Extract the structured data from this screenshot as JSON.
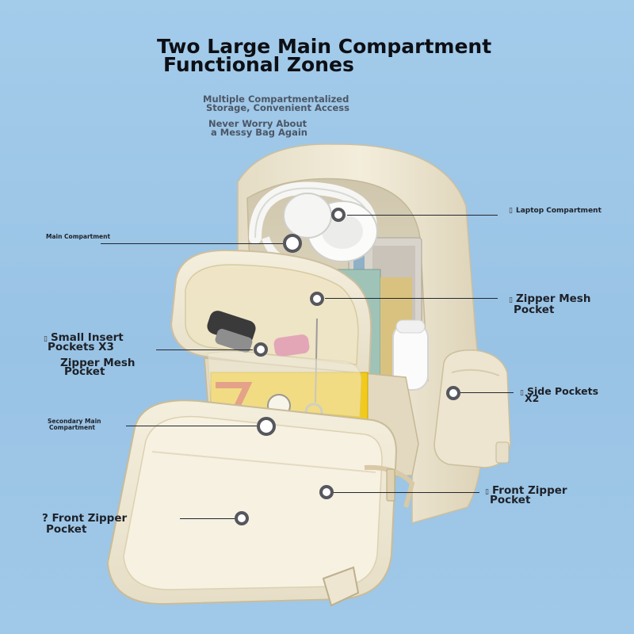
{
  "title": {
    "line1": "Two Large Main Compartment",
    "line2": "Functional Zones"
  },
  "subtitle": {
    "line1": "Multiple Compartmentalized",
    "line2": "Storage, Convenient Access",
    "line3": "Never Worry About",
    "line4": "a Messy Bag Again"
  },
  "callouts": {
    "laptop": {
      "marker": "▯",
      "text": "Laptop Compartment"
    },
    "main": {
      "text": "Main Compartment"
    },
    "zipper_mesh_right": {
      "marker": "▯",
      "line1": "Zipper Mesh",
      "line2": "Pocket"
    },
    "small_insert": {
      "marker": "▯",
      "line1": "Small Insert",
      "line2": "Pockets X3",
      "line3": "Zipper Mesh",
      "line4": "Pocket"
    },
    "side_pockets": {
      "marker": "▯",
      "line1": "Side Pockets",
      "line2": "X2"
    },
    "secondary_main": {
      "line1": "Secondary Main",
      "line2": "Compartment"
    },
    "front_zipper_right": {
      "marker": "▯",
      "line1": "Front Zipper",
      "line2": "Pocket"
    },
    "front_zipper_left": {
      "marker": "?",
      "line1": "Front Zipper",
      "line2": "Pocket"
    }
  },
  "colors": {
    "background": "#9cc5e6",
    "bag": "#efe8d4",
    "leader_line": "#23272e",
    "marker": "#55575c"
  }
}
